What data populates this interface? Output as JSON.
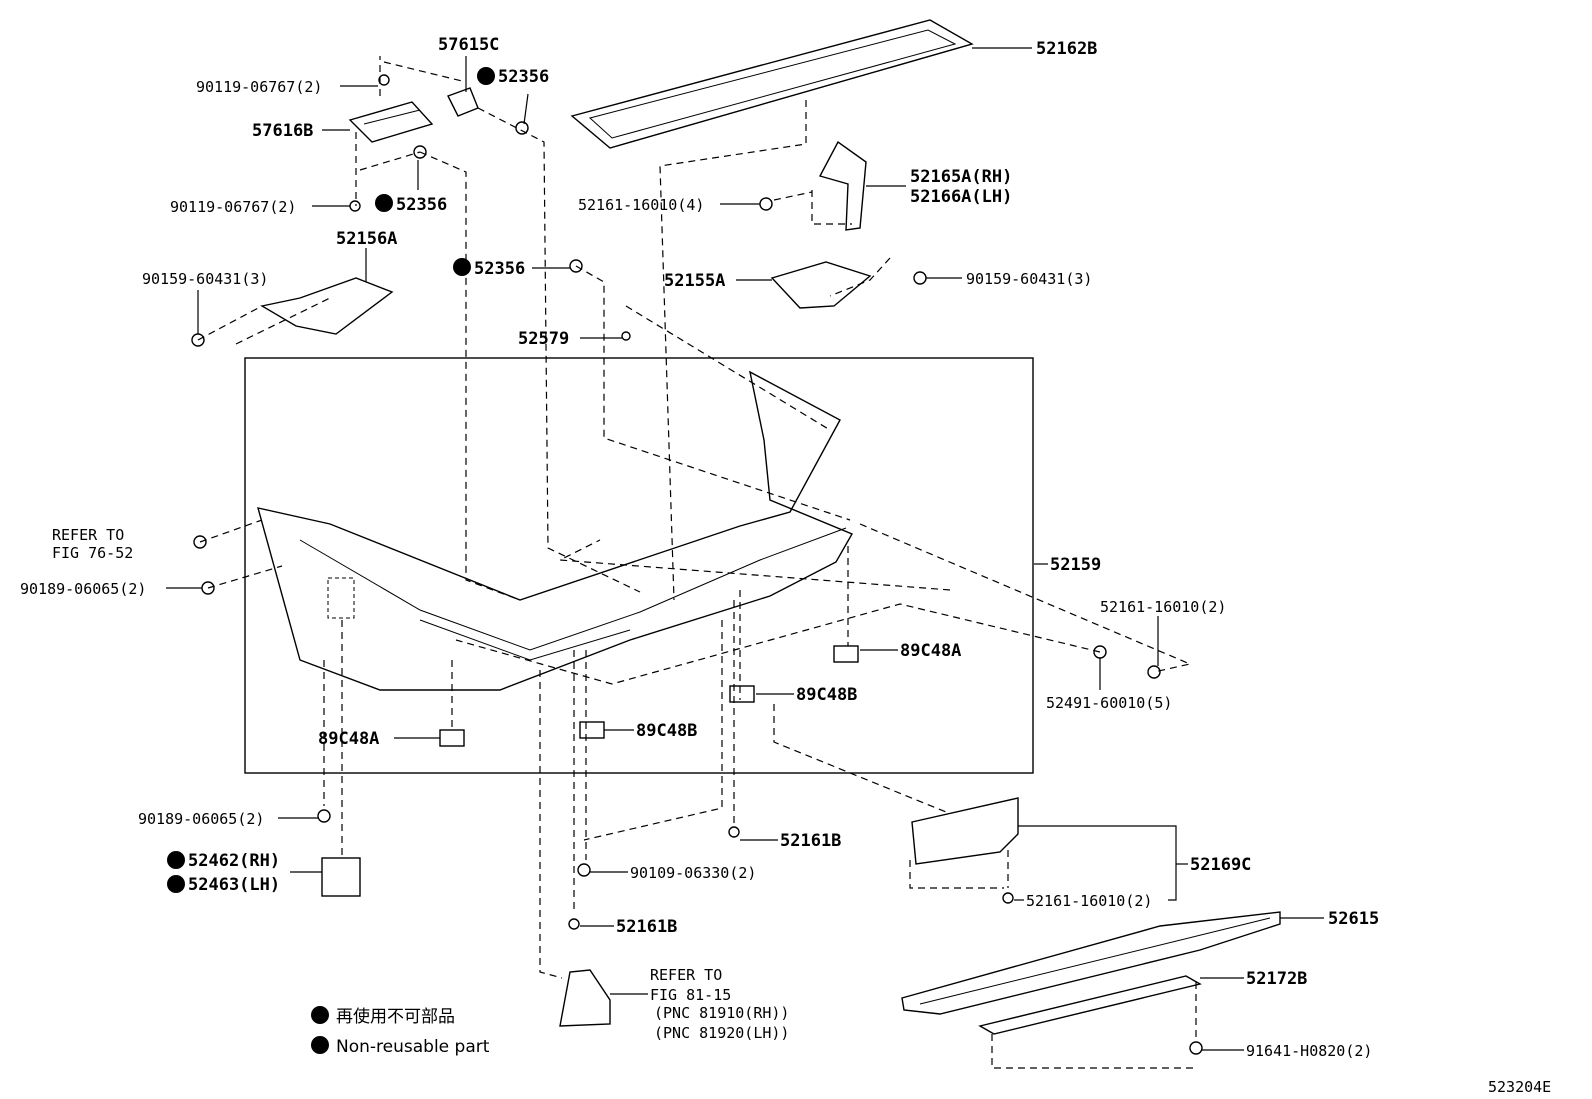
{
  "labels": {
    "l_57615C": "57615C",
    "l_52356_a": "52356",
    "l_90119_a": "90119-06767(2)",
    "l_57616B": "57616B",
    "l_90119_b": "90119-06767(2)",
    "l_52356_b": "52356",
    "l_52156A": "52156A",
    "l_90159_a": "90159-60431(3)",
    "l_52356_c": "52356",
    "l_52579": "52579",
    "l_52162B": "52162B",
    "l_52165A": "52165A(RH)",
    "l_52166A": "52166A(LH)",
    "l_52161_a": "52161-16010(4)",
    "l_52155A": "52155A",
    "l_90159_b": "90159-60431(3)",
    "l_refer1a": "REFER TO",
    "l_refer1b": "FIG 76-52",
    "l_90189_a": "90189-06065(2)",
    "l_52159": "52159",
    "l_52161_b": "52161-16010(2)",
    "l_89C48A_r": "89C48A",
    "l_52491": "52491-60010(5)",
    "l_89C48B_r": "89C48B",
    "l_89C48A_l": "89C48A",
    "l_89C48B_c": "89C48B",
    "l_90189_b": "90189-06065(2)",
    "l_52161B_a": "52161B",
    "l_52462": "52462(RH)",
    "l_52463": "52463(LH)",
    "l_90109": "90109-06330(2)",
    "l_52161B_b": "52161B",
    "l_52169C": "52169C",
    "l_52161_c": "52161-16010(2)",
    "l_52615": "52615",
    "l_52172B": "52172B",
    "l_refer2a": "REFER TO",
    "l_refer2b": "FIG 81-15",
    "l_pnc_rh": "(PNC 81910(RH))",
    "l_pnc_lh": "(PNC 81920(LH))",
    "l_91641": "91641-H0820(2)",
    "l_figno": "523204E"
  },
  "legend": {
    "jp": "再使用不可部品",
    "en": "Non-reusable part"
  }
}
